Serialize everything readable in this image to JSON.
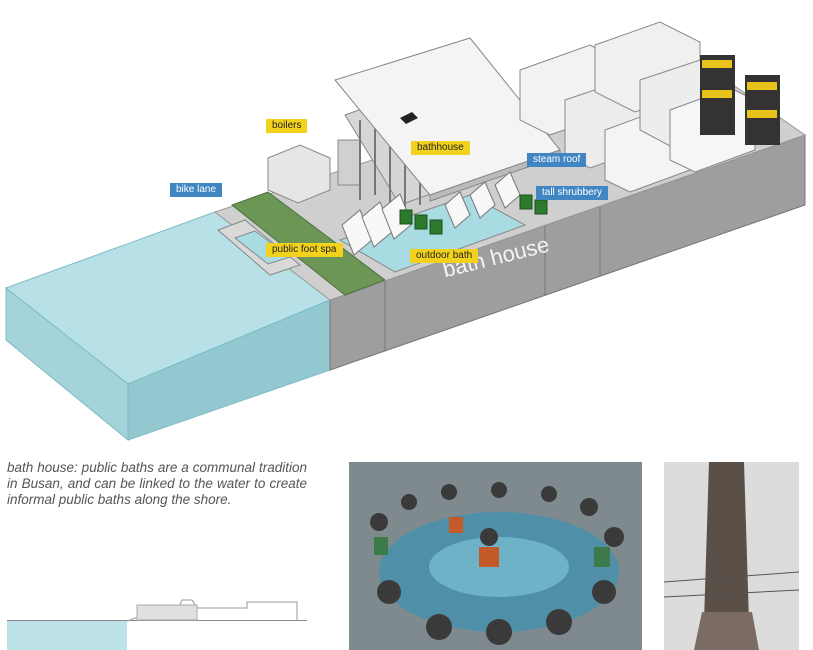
{
  "labels": {
    "boilers": "boilers",
    "bathhouse": "bathhouse",
    "steam_roof": "steam roof",
    "tall_shrubbery": "tall shrubbery",
    "bike_lane": "bike lane",
    "public_foot_spa": "public foot spa",
    "outdoor_bath": "outdoor bath"
  },
  "wall_text": "bath house",
  "caption": "bath house: public baths are a communal tradition in Busan, and can be linked to the water to create informal public baths along the shore.",
  "colors": {
    "label_yellow": "#f2d21c",
    "label_blue": "#3f86c3",
    "water": "#a9dbe2",
    "wall": "#9b9b9b",
    "grass": "#5f8a4a"
  }
}
